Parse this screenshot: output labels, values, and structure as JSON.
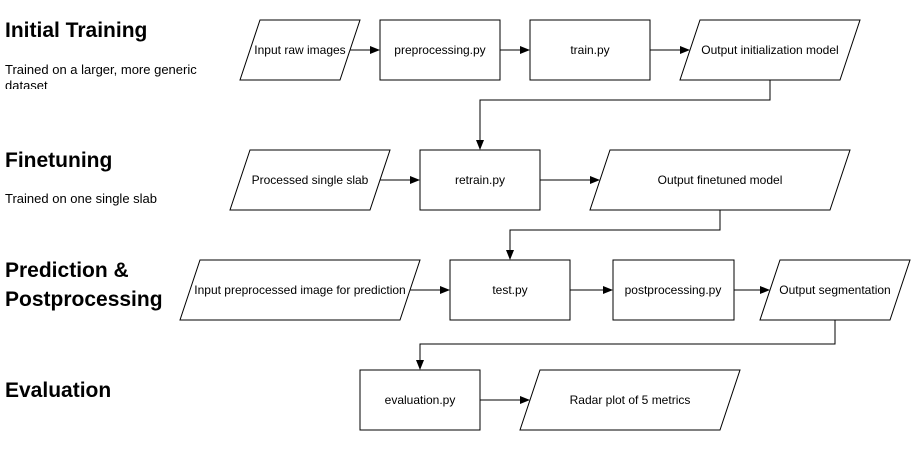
{
  "stages": {
    "initial": {
      "title": "Initial Training",
      "description": "Trained on a larger, more generic dataset"
    },
    "finetuning": {
      "title": "Finetuning",
      "description": "Trained on one single slab"
    },
    "prediction": {
      "title": "Prediction &\nPostprocessing",
      "description": ""
    },
    "evaluation": {
      "title": "Evaluation",
      "description": ""
    }
  },
  "nodes": {
    "input_raw_images": "Input raw images",
    "preprocessing": "preprocessing.py",
    "train": "train.py",
    "output_init_model": "Output initialization model",
    "processed_single_slab": "Processed single slab",
    "retrain": "retrain.py",
    "output_finetuned_model": "Output finetuned model",
    "input_preprocessed_image": "Input preprocessed image for prediction",
    "test": "test.py",
    "postprocessing": "postprocessing.py",
    "output_segmentation": "Output segmentation",
    "evaluation": "evaluation.py",
    "radar_plot": "Radar plot of 5 metrics"
  }
}
